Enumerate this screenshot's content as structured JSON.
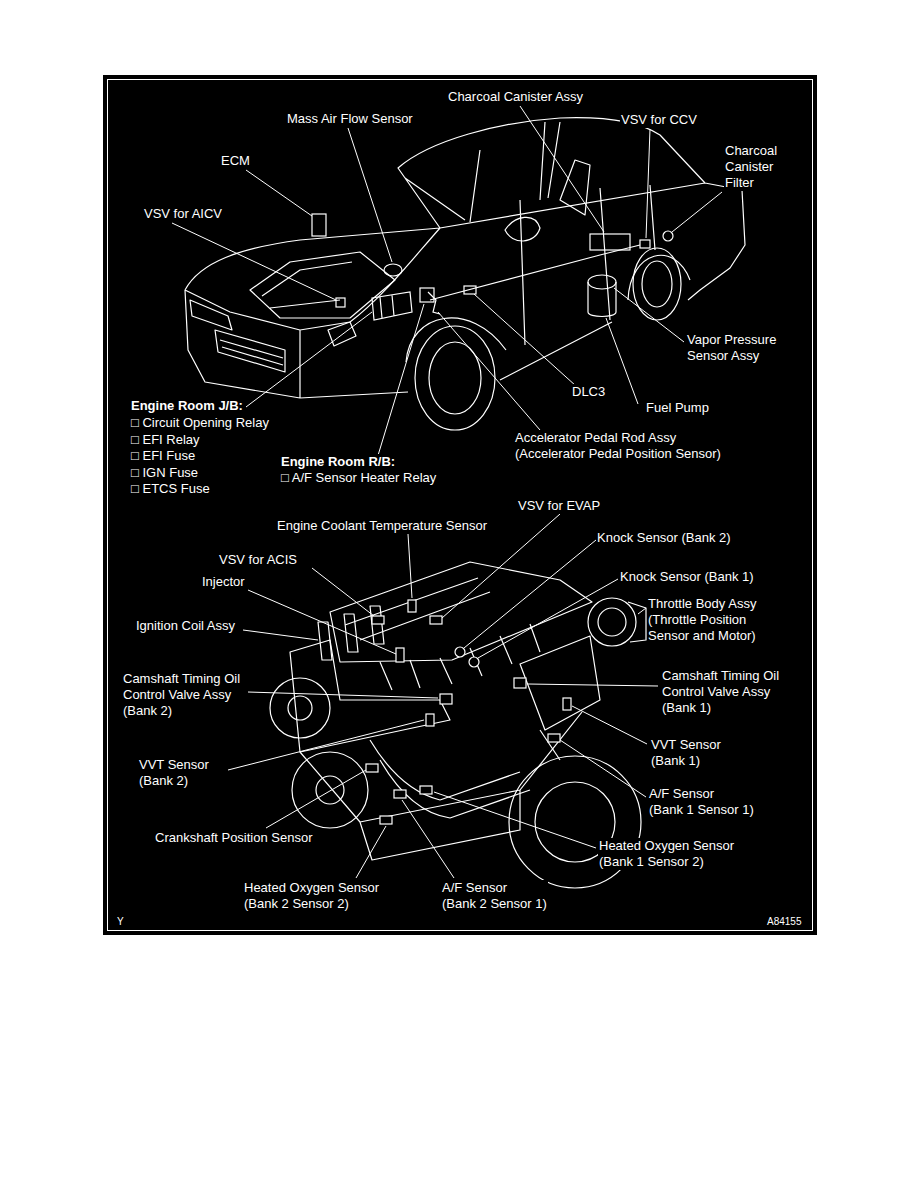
{
  "diagram": {
    "labels": [
      "Charcoal Canister Assy",
      "Mass Air Flow Sensor",
      "VSV for CCV",
      "Charcoal Canister Filter",
      "ECM",
      "VSV for AICV",
      "Vapor Pressure Sensor Assy",
      "DLC3",
      "Engine Room J/B:",
      "Fuel Pump",
      "□ Circuit Opening Relay",
      "□ EFI Relay",
      "Accelerator Pedal Rod Assy (Accelerator Pedal Position Sensor)",
      "□ EFI Fuse",
      "Engine Room R/B:",
      "□ IGN Fuse",
      "□ A/F Sensor Heater Relay",
      "□ ETCS Fuse",
      "VSV for EVAP",
      "Engine Coolant Temperature Sensor",
      "Knock Sensor (Bank 2)",
      "VSV for ACIS",
      "Knock Sensor (Bank 1)",
      "Injector",
      "Throttle Body Assy (Throttle Position Sensor and Motor)",
      "Ignition Coil Assy",
      "Camshaft Timing Oil Control Valve Assy (Bank 1)",
      "Camshaft Timing Oil Control Valve Assy (Bank 2)",
      "VVT Sensor (Bank 1)",
      "VVT Sensor (Bank 2)",
      "A/F Sensor (Bank 1 Sensor 1)",
      "Crankshaft Position Sensor",
      "Heated Oxygen Sensor (Bank 1 Sensor 2)",
      "Heated Oxygen Sensor (Bank 2 Sensor 2)",
      "A/F Sensor (Bank 2 Sensor 1)",
      "Y",
      "A84155"
    ]
  }
}
